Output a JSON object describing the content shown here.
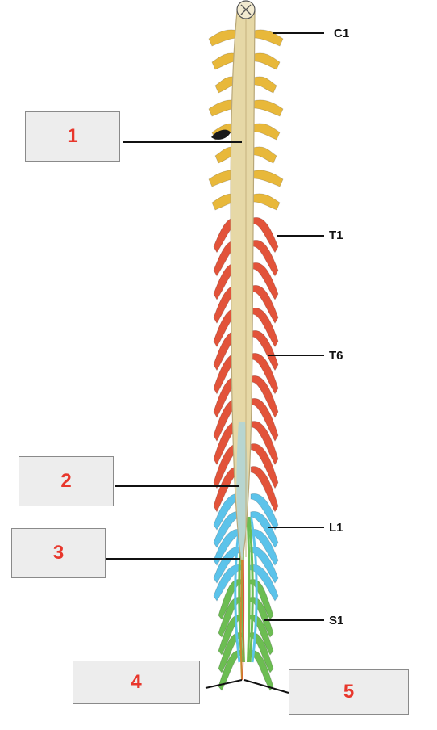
{
  "label_boxes": [
    {
      "id": "1",
      "text": "1"
    },
    {
      "id": "2",
      "text": "2"
    },
    {
      "id": "3",
      "text": "3"
    },
    {
      "id": "4",
      "text": "4"
    },
    {
      "id": "5",
      "text": "5"
    }
  ],
  "level_labels": {
    "c1": "C1",
    "t1": "T1",
    "t6": "T6",
    "l1": "L1",
    "s1": "S1"
  },
  "colors": {
    "cervical": "#e8b83a",
    "thoracic": "#e2533a",
    "lumbar": "#5cc3ea",
    "sacral": "#6cbd52",
    "cord": "#e6d8a6",
    "box_fill": "#ededed",
    "box_text": "#e8372c",
    "leader": "#111111"
  }
}
